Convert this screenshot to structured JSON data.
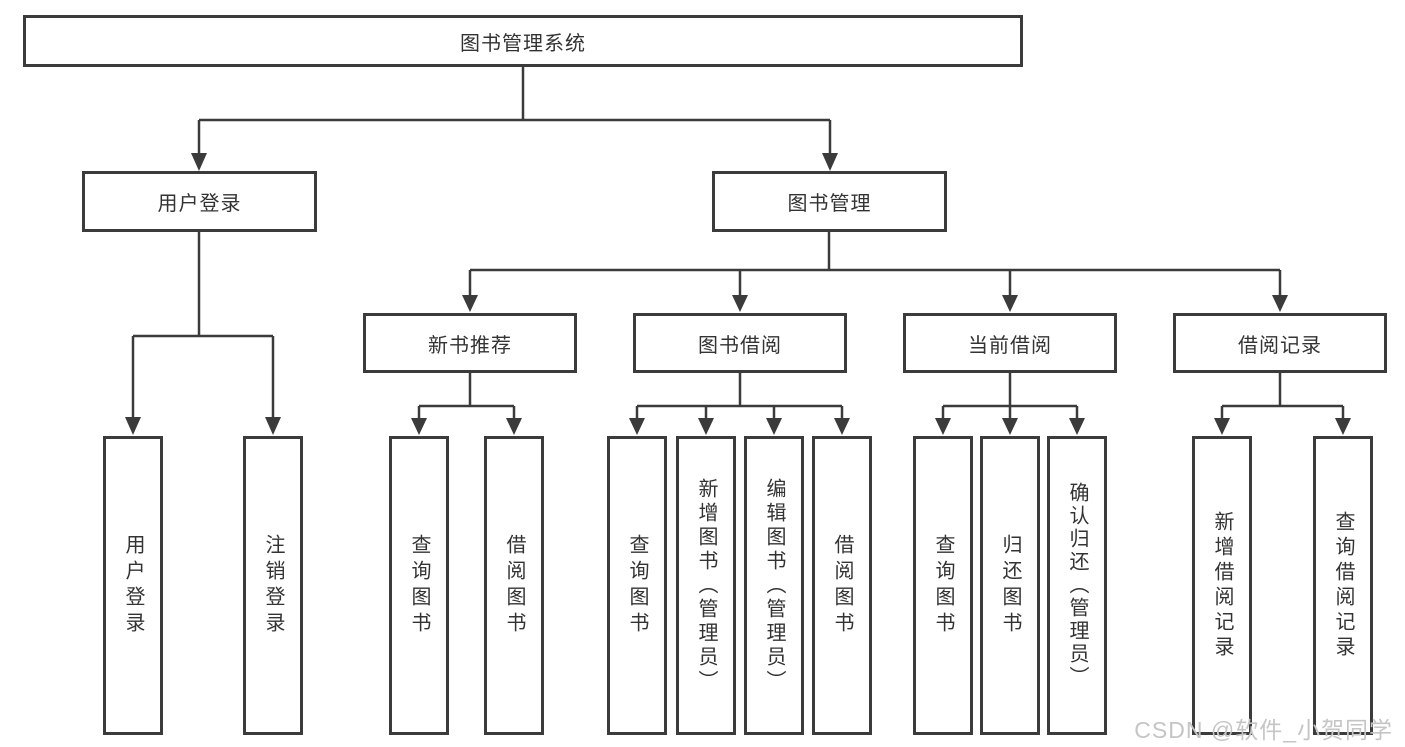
{
  "nodes": {
    "root": "图书管理系统",
    "user_login": "用户登录",
    "book_mgmt": "图书管理",
    "new_rec": "新书推荐",
    "borrow": "图书借阅",
    "current": "当前借阅",
    "records": "借阅记录",
    "leaf_user_login": "用户登录",
    "leaf_logout": "注销登录",
    "leaf_rec_query": "查询图书",
    "leaf_rec_borrow": "借阅图书",
    "leaf_bor_query": "查询图书",
    "leaf_bor_add": "新增图书（管理员）",
    "leaf_bor_edit": "编辑图书（管理员）",
    "leaf_bor_borrow": "借阅图书",
    "leaf_cur_query": "查询图书",
    "leaf_cur_return": "归还图书",
    "leaf_cur_confirm": "确认归还（管理员）",
    "leaf_rb_add": "新增借阅记录",
    "leaf_rb_query": "查询借阅记录"
  },
  "hierarchy": {
    "图书管理系统": {
      "用户登录": [
        "用户登录",
        "注销登录"
      ],
      "图书管理": {
        "新书推荐": [
          "查询图书",
          "借阅图书"
        ],
        "图书借阅": [
          "查询图书",
          "新增图书（管理员）",
          "编辑图书（管理员）",
          "借阅图书"
        ],
        "当前借阅": [
          "查询图书",
          "归还图书",
          "确认归还（管理员）"
        ],
        "借阅记录": [
          "新增借阅记录",
          "查询借阅记录"
        ]
      }
    }
  },
  "watermark": "CSDN @软件_小贺同学",
  "colors": {
    "line": "#3b3b3b",
    "text": "#333333",
    "background": "#ffffff",
    "watermark": "#c5c5c5"
  }
}
